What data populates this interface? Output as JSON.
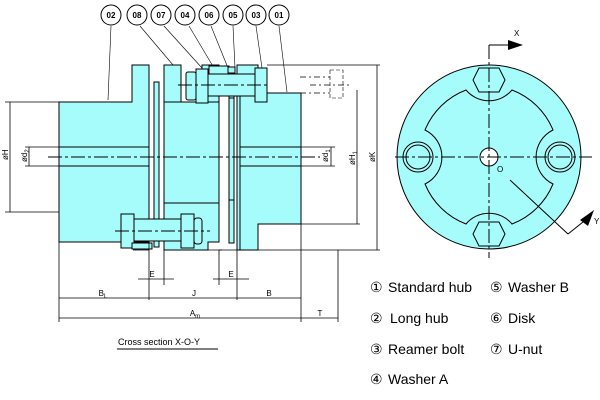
{
  "title": "Disk coupling cross section drawing",
  "colors": {
    "body_fill": "#a6fcfa",
    "line": "#000000",
    "background": "#ffffff"
  },
  "callouts": [
    {
      "id": "02"
    },
    {
      "id": "08"
    },
    {
      "id": "07"
    },
    {
      "id": "04"
    },
    {
      "id": "06"
    },
    {
      "id": "05"
    },
    {
      "id": "03"
    },
    {
      "id": "01"
    }
  ],
  "dimensions": {
    "phi_H": "øH",
    "phi_d2": "ød",
    "phi_d2_sub": "2",
    "phi_d1": "ød",
    "phi_d1_sub": "1",
    "phi_H1": "øH",
    "phi_H1_sub": "1",
    "phi_K": "øK",
    "E_left": "E",
    "E_right": "E",
    "B_L": "B",
    "B_L_sub": "L",
    "J": "J",
    "B": "B",
    "A_m": "A",
    "A_m_sub": "m",
    "T": "T"
  },
  "section_caption": "Cross section  X-O-Y",
  "end_view": {
    "axis_x": "X",
    "axis_y": "Y",
    "origin": "O"
  },
  "legend": [
    {
      "num": "①",
      "label": "Standard hub"
    },
    {
      "num": "②",
      "label": "Long hub"
    },
    {
      "num": "③",
      "label": "Reamer bolt"
    },
    {
      "num": "④",
      "label": "Washer A"
    },
    {
      "num": "⑤",
      "label": "Washer B"
    },
    {
      "num": "⑥",
      "label": "Disk"
    },
    {
      "num": "⑦",
      "label": "U-nut"
    }
  ]
}
